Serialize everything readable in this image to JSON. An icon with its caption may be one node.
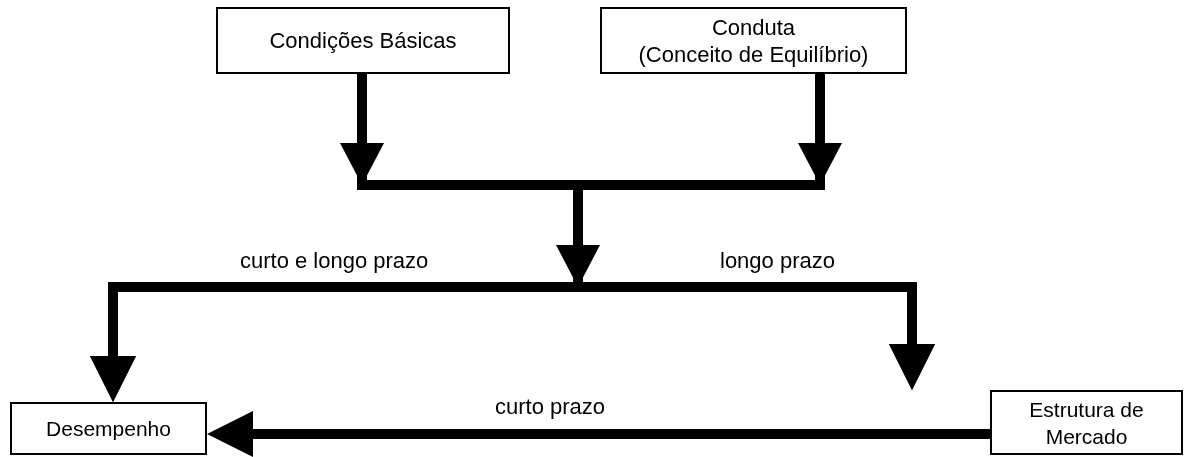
{
  "diagram": {
    "nodes": [
      {
        "text": [
          "Condições Básicas"
        ]
      },
      {
        "text": [
          "Conduta",
          "(Conceito de Equilíbrio)"
        ]
      },
      {
        "text": [
          "Desempenho"
        ]
      },
      {
        "text": [
          "Estrutura de Mercado"
        ]
      }
    ],
    "edges": [
      {
        "from": 0,
        "to": 2,
        "arrow": "to",
        "label": "curto e longo prazo"
      },
      {
        "from": 0,
        "to": 3,
        "arrow": "to",
        "label": "longo prazo"
      },
      {
        "from": 1,
        "to": 2,
        "arrow": "to"
      },
      {
        "from": 1,
        "to": 3,
        "arrow": "to"
      },
      {
        "from": 3,
        "to": 2,
        "arrow": "to",
        "label": "curto prazo"
      }
    ]
  }
}
